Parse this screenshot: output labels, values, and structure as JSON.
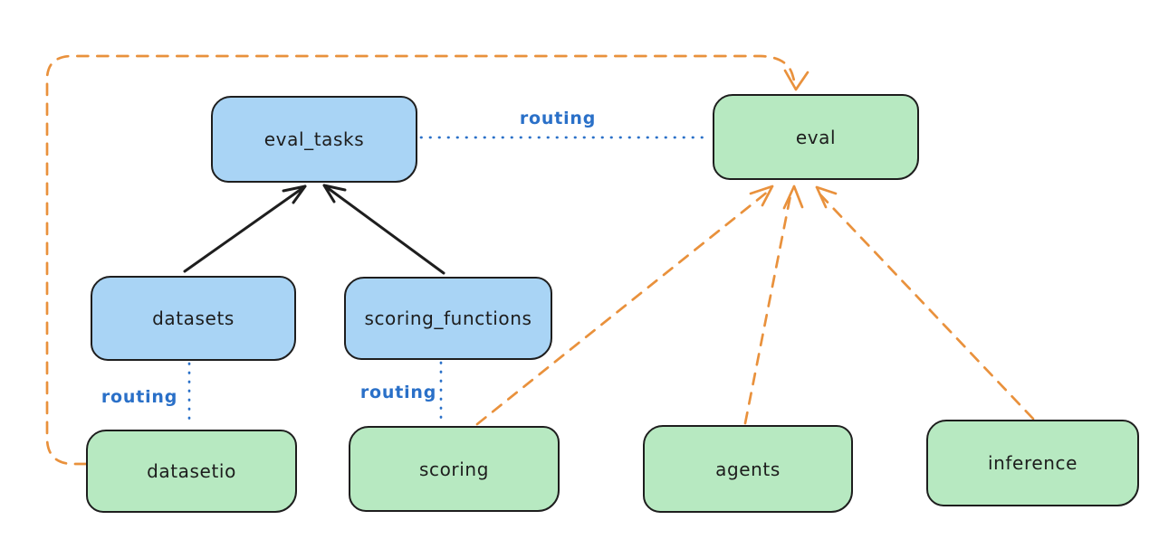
{
  "nodes": {
    "eval_tasks": {
      "label": "eval_tasks"
    },
    "eval": {
      "label": "eval"
    },
    "datasets": {
      "label": "datasets"
    },
    "scoring_functions": {
      "label": "scoring_functions"
    },
    "datasetio": {
      "label": "datasetio"
    },
    "scoring": {
      "label": "scoring"
    },
    "agents": {
      "label": "agents"
    },
    "inference": {
      "label": "inference"
    }
  },
  "edge_labels": {
    "eval_tasks_to_eval": "routing",
    "datasets_to_datasetio": "routing",
    "scoring_functions_to_scoring": "routing"
  },
  "colors": {
    "blue_node_fill": "#a9d4f5",
    "green_node_fill": "#b7e9c1",
    "node_border": "#1e1e1e",
    "routing_blue": "#2a70c8",
    "solid_arrow_black": "#1e1e1e",
    "dashed_arrow_orange": "#e9913c",
    "background": "#ffffff",
    "node_text": "#1d1d1d"
  }
}
